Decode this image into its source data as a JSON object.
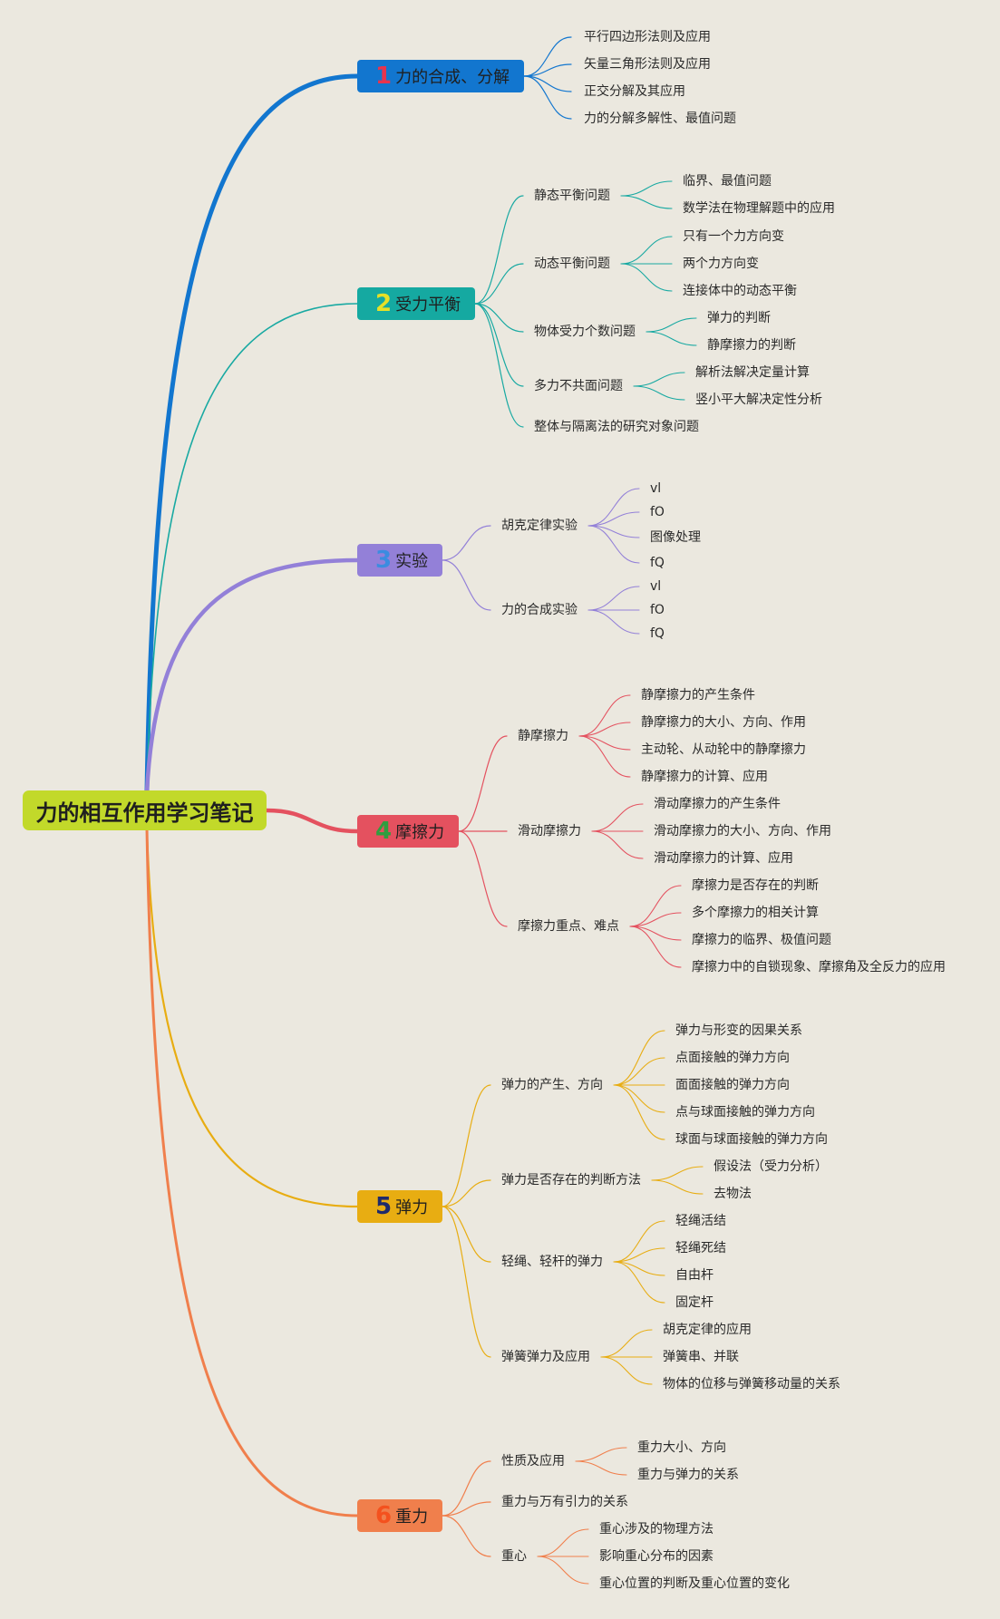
{
  "root": {
    "title": "力的相互作用学习笔记",
    "color": "#c2d92a"
  },
  "topics": [
    {
      "num": "1",
      "label": "力的合成、分解",
      "color": "#1276cf",
      "num_color": "#e8344e",
      "line": "#1276cf",
      "children": [
        {
          "label": "平行四边形法则及应用"
        },
        {
          "label": "矢量三角形法则及应用"
        },
        {
          "label": "正交分解及其应用"
        },
        {
          "label": "力的分解多解性、最值问题"
        }
      ]
    },
    {
      "num": "2",
      "label": "受力平衡",
      "color": "#15a9a1",
      "num_color": "#e6e027",
      "line": "#18a9a2",
      "children": [
        {
          "label": "静态平衡问题",
          "children": [
            "临界、最值问题",
            "数学法在物理解题中的应用"
          ]
        },
        {
          "label": "动态平衡问题",
          "children": [
            "只有一个力方向变",
            "两个力方向变",
            "连接体中的动态平衡"
          ]
        },
        {
          "label": "物体受力个数问题",
          "children": [
            "弹力的判断",
            "静摩擦力的判断"
          ]
        },
        {
          "label": "多力不共面问题",
          "children": [
            "解析法解决定量计算",
            "竖小平大解决定性分析"
          ]
        },
        {
          "label": "整体与隔离法的研究对象问题"
        }
      ]
    },
    {
      "num": "3",
      "label": "实验",
      "color": "#9380d8",
      "num_color": "#3b8ce0",
      "line": "#9380d8",
      "children": [
        {
          "label": "胡克定律实验",
          "children": [
            "vl",
            "fO",
            "图像处理",
            "fQ"
          ]
        },
        {
          "label": "力的合成实验",
          "children": [
            "vl",
            "fO",
            "fQ"
          ]
        }
      ]
    },
    {
      "num": "4",
      "label": "摩擦力",
      "color": "#e4515f",
      "num_color": "#2f9e3f",
      "line": "#e4515f",
      "children": [
        {
          "label": "静摩擦力",
          "children": [
            "静摩擦力的产生条件",
            "静摩擦力的大小、方向、作用",
            "主动轮、从动轮中的静摩擦力",
            "静摩擦力的计算、应用"
          ]
        },
        {
          "label": "滑动摩擦力",
          "children": [
            "滑动摩擦力的产生条件",
            "滑动摩擦力的大小、方向、作用",
            "滑动摩擦力的计算、应用"
          ]
        },
        {
          "label": "摩擦力重点、难点",
          "children": [
            "摩擦力是否存在的判断",
            "多个摩擦力的相关计算",
            "摩擦力的临界、极值问题",
            "摩擦力中的自锁现象、摩擦角及全反力的应用"
          ]
        }
      ]
    },
    {
      "num": "5",
      "label": "弹力",
      "color": "#e8ad12",
      "num_color": "#1e2a6b",
      "line": "#e8ad12",
      "children": [
        {
          "label": "弹力的产生、方向",
          "children": [
            "弹力与形变的因果关系",
            "点面接触的弹力方向",
            "面面接触的弹力方向",
            "点与球面接触的弹力方向",
            "球面与球面接触的弹力方向"
          ]
        },
        {
          "label": "弹力是否存在的判断方法",
          "children": [
            "假设法（受力分析）",
            "去物法"
          ]
        },
        {
          "label": "轻绳、轻杆的弹力",
          "children": [
            "轻绳活结",
            "轻绳死结",
            "自由杆",
            "固定杆"
          ]
        },
        {
          "label": "弹簧弹力及应用",
          "children": [
            "胡克定律的应用",
            "弹簧串、并联",
            "物体的位移与弹簧移动量的关系"
          ]
        }
      ]
    },
    {
      "num": "6",
      "label": "重力",
      "color": "#f07f4c",
      "num_color": "#f4511e",
      "line": "#f07f4c",
      "children": [
        {
          "label": "性质及应用",
          "children": [
            "重力大小、方向",
            "重力与弹力的关系"
          ]
        },
        {
          "label": "重力与万有引力的关系"
        },
        {
          "label": "重心",
          "children": [
            "重心涉及的物理方法",
            "影响重心分布的因素",
            "重心位置的判断及重心位置的变化"
          ]
        }
      ]
    }
  ]
}
